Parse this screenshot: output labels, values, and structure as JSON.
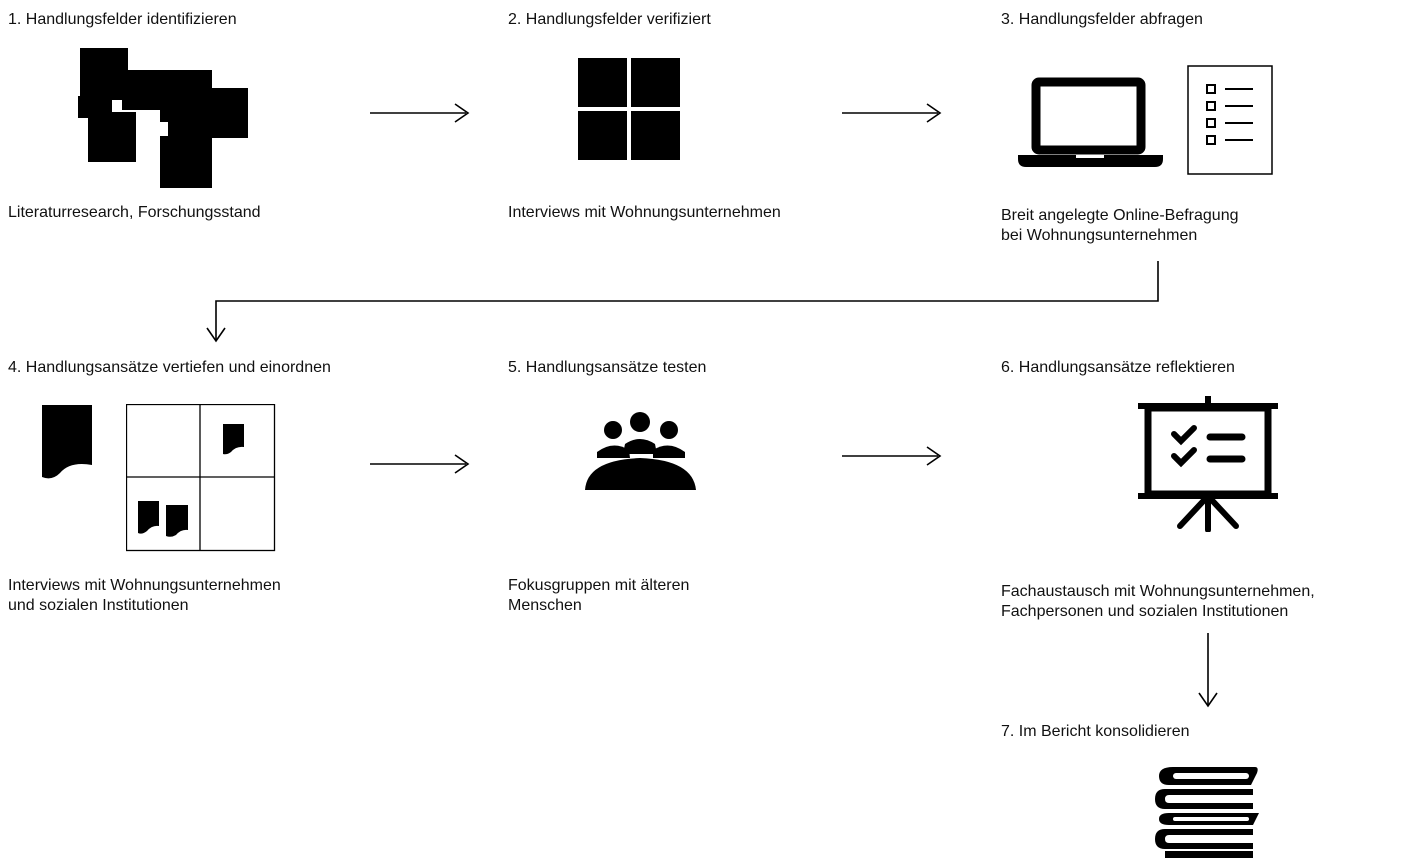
{
  "steps": [
    {
      "title": "1. Handlungsfelder identifizieren",
      "desc": [
        "Literaturresearch, Forschungsstand"
      ],
      "icon": "puzzle-pieces-icon"
    },
    {
      "title": "2. Handlungsfelder verifiziert",
      "desc": [
        "Interviews mit  Wohnungsunternehmen"
      ],
      "icon": "grid-squares-icon"
    },
    {
      "title": "3. Handlungsfelder abfragen",
      "desc": [
        "Breit angelegte Online-Befragung",
        "bei Wohnungsunternehmen"
      ],
      "icon": "laptop-checklist-icon"
    },
    {
      "title": "4. Handlungsansätze vertiefen und einordnen",
      "desc": [
        "Interviews mit Wohnungsunternehmen",
        "und sozialen Institutionen"
      ],
      "icon": "document-matrix-icon"
    },
    {
      "title": "5. Handlungsansätze testen",
      "desc": [
        "Fokusgruppen mit älteren",
        "Menschen"
      ],
      "icon": "group-meeting-icon"
    },
    {
      "title": "6. Handlungsansätze reflektieren",
      "desc": [
        "Fachaustausch mit Wohnungsunternehmen,",
        "Fachpersonen und sozialen Institutionen"
      ],
      "icon": "presentation-board-icon"
    },
    {
      "title": "7. Im Bericht konsolidieren",
      "desc": [],
      "icon": "books-stack-icon"
    }
  ],
  "colors": {
    "ink": "#000000",
    "background": "#ffffff"
  }
}
